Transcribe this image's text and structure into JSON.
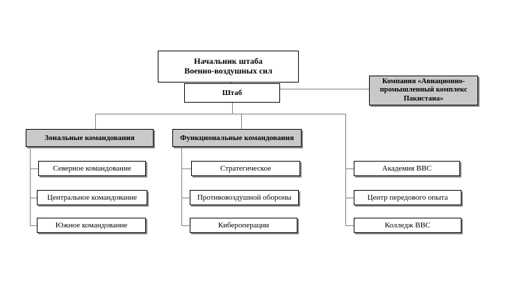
{
  "chief": {
    "line1": "Начальник штаба",
    "line2": "Военно-воздушных сил"
  },
  "hq": "Штаб",
  "company": {
    "line1": "Компания «Авиационно-",
    "line2": "промышленный комплекс",
    "line3": "Пакистана»"
  },
  "zonal": {
    "title": "Зональные командования",
    "items": [
      "Северное командование",
      "Центральное командование",
      "Южное командование"
    ]
  },
  "functional": {
    "title": "Функциональные командования",
    "items": [
      "Стратегическое",
      "Противовоздушной обороны",
      "Кибероперации"
    ]
  },
  "education": {
    "items": [
      "Академия ВВС",
      "Центр передового опыта",
      "Колледж ВВС"
    ]
  }
}
